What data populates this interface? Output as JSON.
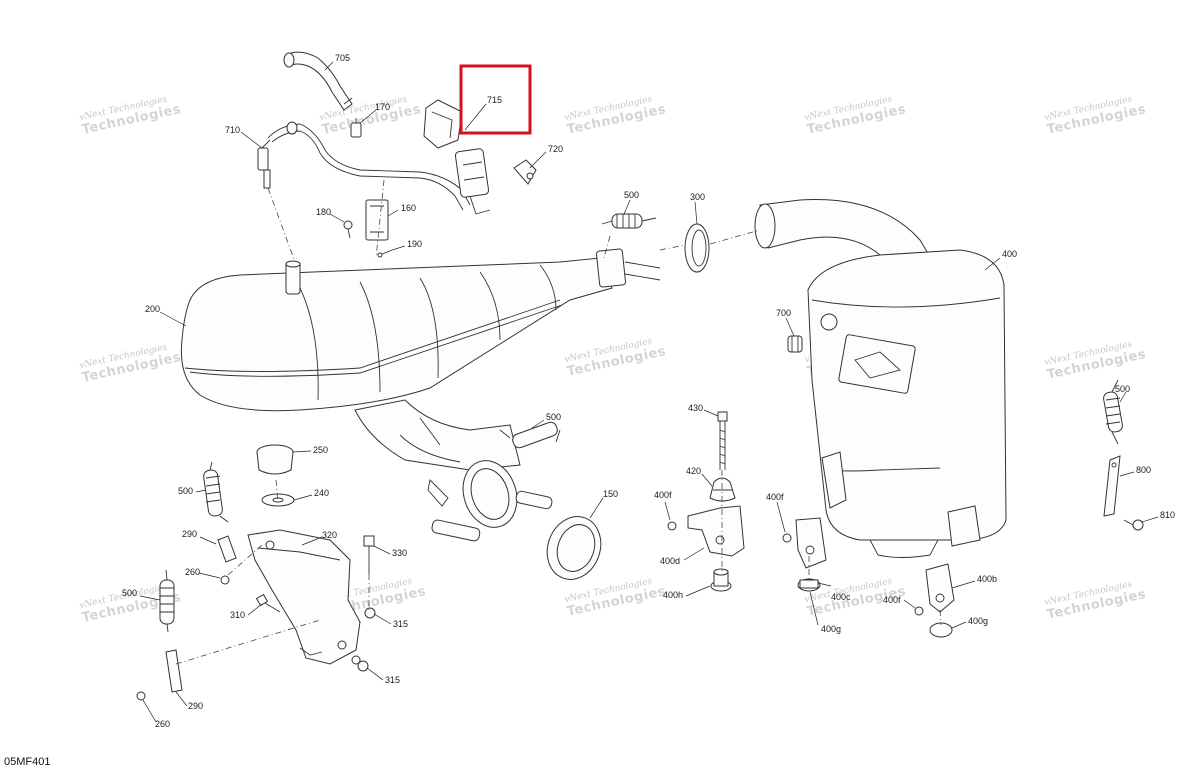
{
  "diagram": {
    "sheet_id": "05MF401",
    "highlight_color": "#d9101b",
    "highlighted_part": "715",
    "watermark": {
      "line1": "vNext Technologies",
      "line2": "Technologies"
    },
    "parts": [
      {
        "id": "p705",
        "label": "705"
      },
      {
        "id": "p715",
        "label": "715"
      },
      {
        "id": "p170",
        "label": "170"
      },
      {
        "id": "p710",
        "label": "710"
      },
      {
        "id": "p720",
        "label": "720"
      },
      {
        "id": "p500a",
        "label": "500"
      },
      {
        "id": "p300",
        "label": "300"
      },
      {
        "id": "p180",
        "label": "180"
      },
      {
        "id": "p160",
        "label": "160"
      },
      {
        "id": "p190",
        "label": "190"
      },
      {
        "id": "p400",
        "label": "400"
      },
      {
        "id": "p200",
        "label": "200"
      },
      {
        "id": "p700",
        "label": "700"
      },
      {
        "id": "p500b",
        "label": "500"
      },
      {
        "id": "p500c",
        "label": "500"
      },
      {
        "id": "p430",
        "label": "430"
      },
      {
        "id": "p250",
        "label": "250"
      },
      {
        "id": "p420",
        "label": "420"
      },
      {
        "id": "p800",
        "label": "800"
      },
      {
        "id": "p500d",
        "label": "500"
      },
      {
        "id": "p240",
        "label": "240"
      },
      {
        "id": "p150",
        "label": "150"
      },
      {
        "id": "p400f_a",
        "label": "400f"
      },
      {
        "id": "p400f_b",
        "label": "400f"
      },
      {
        "id": "p810",
        "label": "810"
      },
      {
        "id": "p290a",
        "label": "290"
      },
      {
        "id": "p320",
        "label": "320"
      },
      {
        "id": "p330",
        "label": "330"
      },
      {
        "id": "p400d",
        "label": "400d"
      },
      {
        "id": "p260a",
        "label": "260"
      },
      {
        "id": "p400b",
        "label": "400b"
      },
      {
        "id": "p500e",
        "label": "500"
      },
      {
        "id": "p400h",
        "label": "400h"
      },
      {
        "id": "p400c",
        "label": "400c"
      },
      {
        "id": "p400f_c",
        "label": "400f"
      },
      {
        "id": "p310",
        "label": "310"
      },
      {
        "id": "p315a",
        "label": "315"
      },
      {
        "id": "p400g_a",
        "label": "400g"
      },
      {
        "id": "p400g_b",
        "label": "400g"
      },
      {
        "id": "p315b",
        "label": "315"
      },
      {
        "id": "p290b",
        "label": "290"
      },
      {
        "id": "p260b",
        "label": "260"
      }
    ]
  }
}
